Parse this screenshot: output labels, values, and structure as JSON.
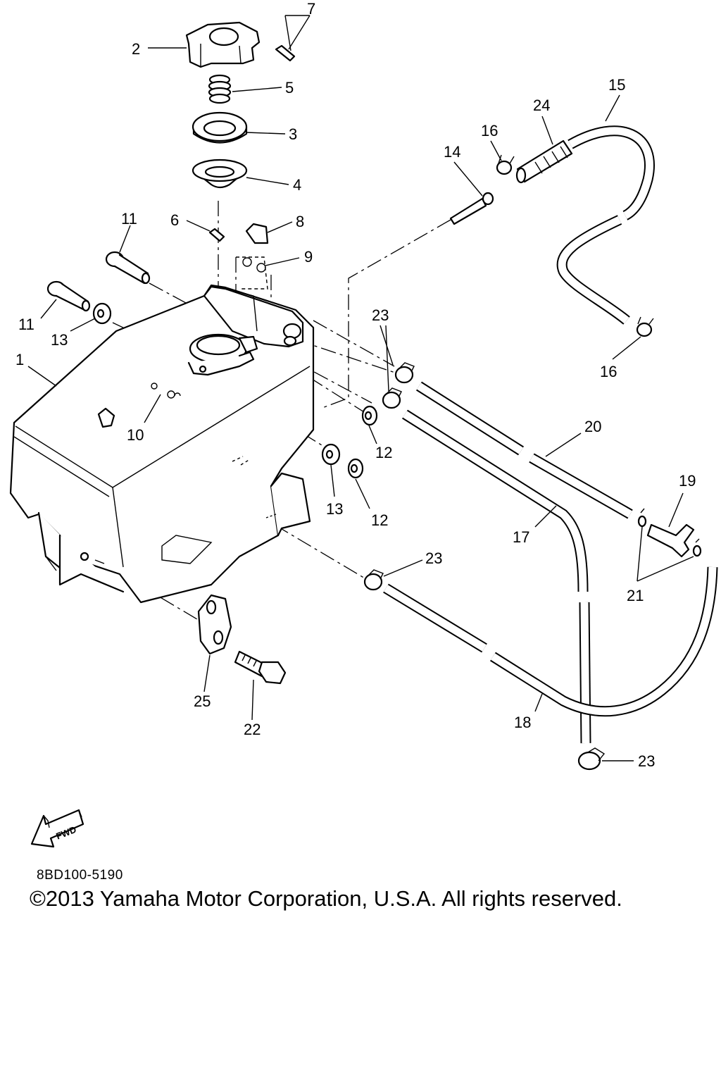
{
  "diagram": {
    "code": "8BD100-5190",
    "copyright": "©2013 Yamaha Motor Corporation, U.S.A. All rights reserved.",
    "fwd_label": "FWD",
    "callouts": {
      "c1": "1",
      "c2": "2",
      "c3": "3",
      "c4": "4",
      "c5": "5",
      "c6": "6",
      "c7": "7",
      "c8": "8",
      "c9": "9",
      "c10": "10",
      "c11a": "11",
      "c11b": "11",
      "c12a": "12",
      "c12b": "12",
      "c13a": "13",
      "c13b": "13",
      "c14": "14",
      "c15": "15",
      "c16a": "16",
      "c16b": "16",
      "c17": "17",
      "c18": "18",
      "c19": "19",
      "c20": "20",
      "c21": "21",
      "c22": "22",
      "c23a": "23",
      "c23b": "23",
      "c23c": "23",
      "c24": "24",
      "c25": "25"
    }
  }
}
